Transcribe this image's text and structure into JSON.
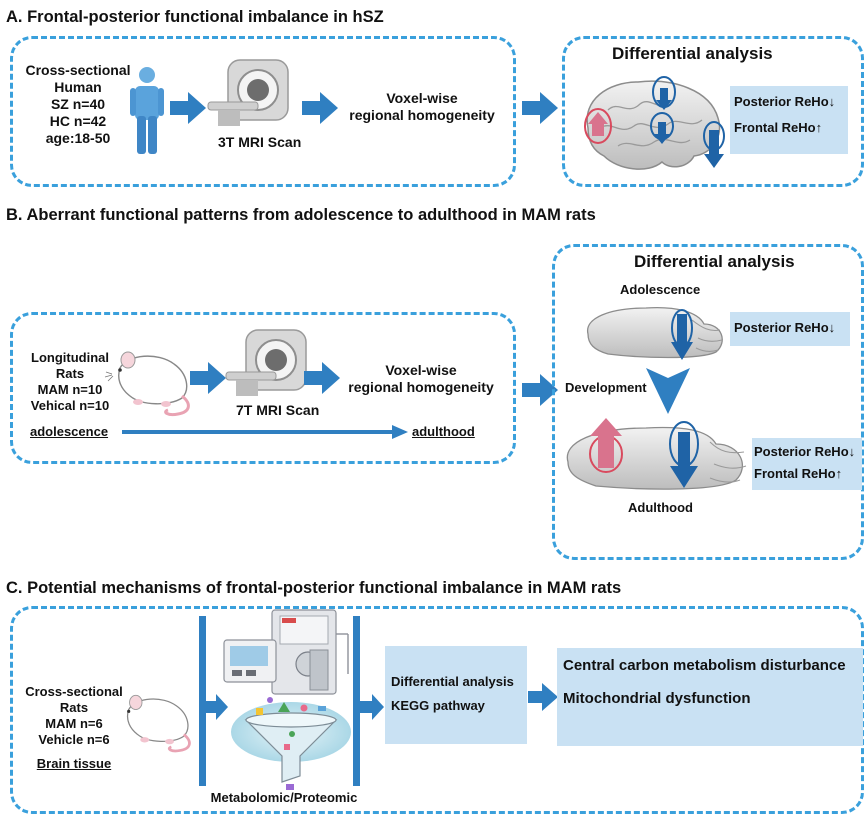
{
  "panel_a": {
    "title": "A. Frontal-posterior functional imbalance in hSZ",
    "subject_lines": [
      "Cross-sectional",
      "Human",
      "SZ n=40",
      "HC n=42",
      "age:18-50"
    ],
    "scan_label": "3T MRI Scan",
    "method_lines": [
      "Voxel-wise",
      "regional homogeneity"
    ],
    "analysis_title": "Differential analysis",
    "result_lines": [
      "Posterior ReHo↓",
      "Frontal ReHo↑"
    ]
  },
  "panel_b": {
    "title": "B. Aberrant functional patterns from adolescence to adulthood in MAM rats",
    "subject_lines": [
      "Longitudinal",
      "Rats",
      "MAM n=10",
      "Vehical n=10"
    ],
    "scan_label": "7T MRI Scan",
    "method_lines": [
      "Voxel-wise",
      "regional homogeneity"
    ],
    "timeline_start": "adolescence",
    "timeline_end": "adulthood",
    "analysis_title": "Differential analysis",
    "adolescence_label": "Adolescence",
    "adolescence_result": "Posterior ReHo↓",
    "development_label": "Development",
    "adulthood_label": "Adulthood",
    "adulthood_result_lines": [
      "Posterior ReHo↓",
      "Frontal ReHo↑"
    ]
  },
  "panel_c": {
    "title": "C. Potential mechanisms of frontal-posterior functional imbalance in MAM rats",
    "subject_lines": [
      "Cross-sectional",
      "Rats",
      "MAM n=6",
      "Vehicle n=6"
    ],
    "tissue_label": "Brain tissue",
    "omics_label": "Metabolomic/Proteomic",
    "analysis_lines": [
      "Differential analysis",
      "KEGG pathway"
    ],
    "finding_lines": [
      "Central carbon metabolism disturbance",
      "Mitochondrial dysfunction"
    ]
  },
  "colors": {
    "dash_border": "#3aa0dc",
    "arrow_blue": "#2f7fc1",
    "down_arrow": "#1f63a6",
    "up_arrow": "#d9738d",
    "result_box": "#c9e1f3"
  }
}
